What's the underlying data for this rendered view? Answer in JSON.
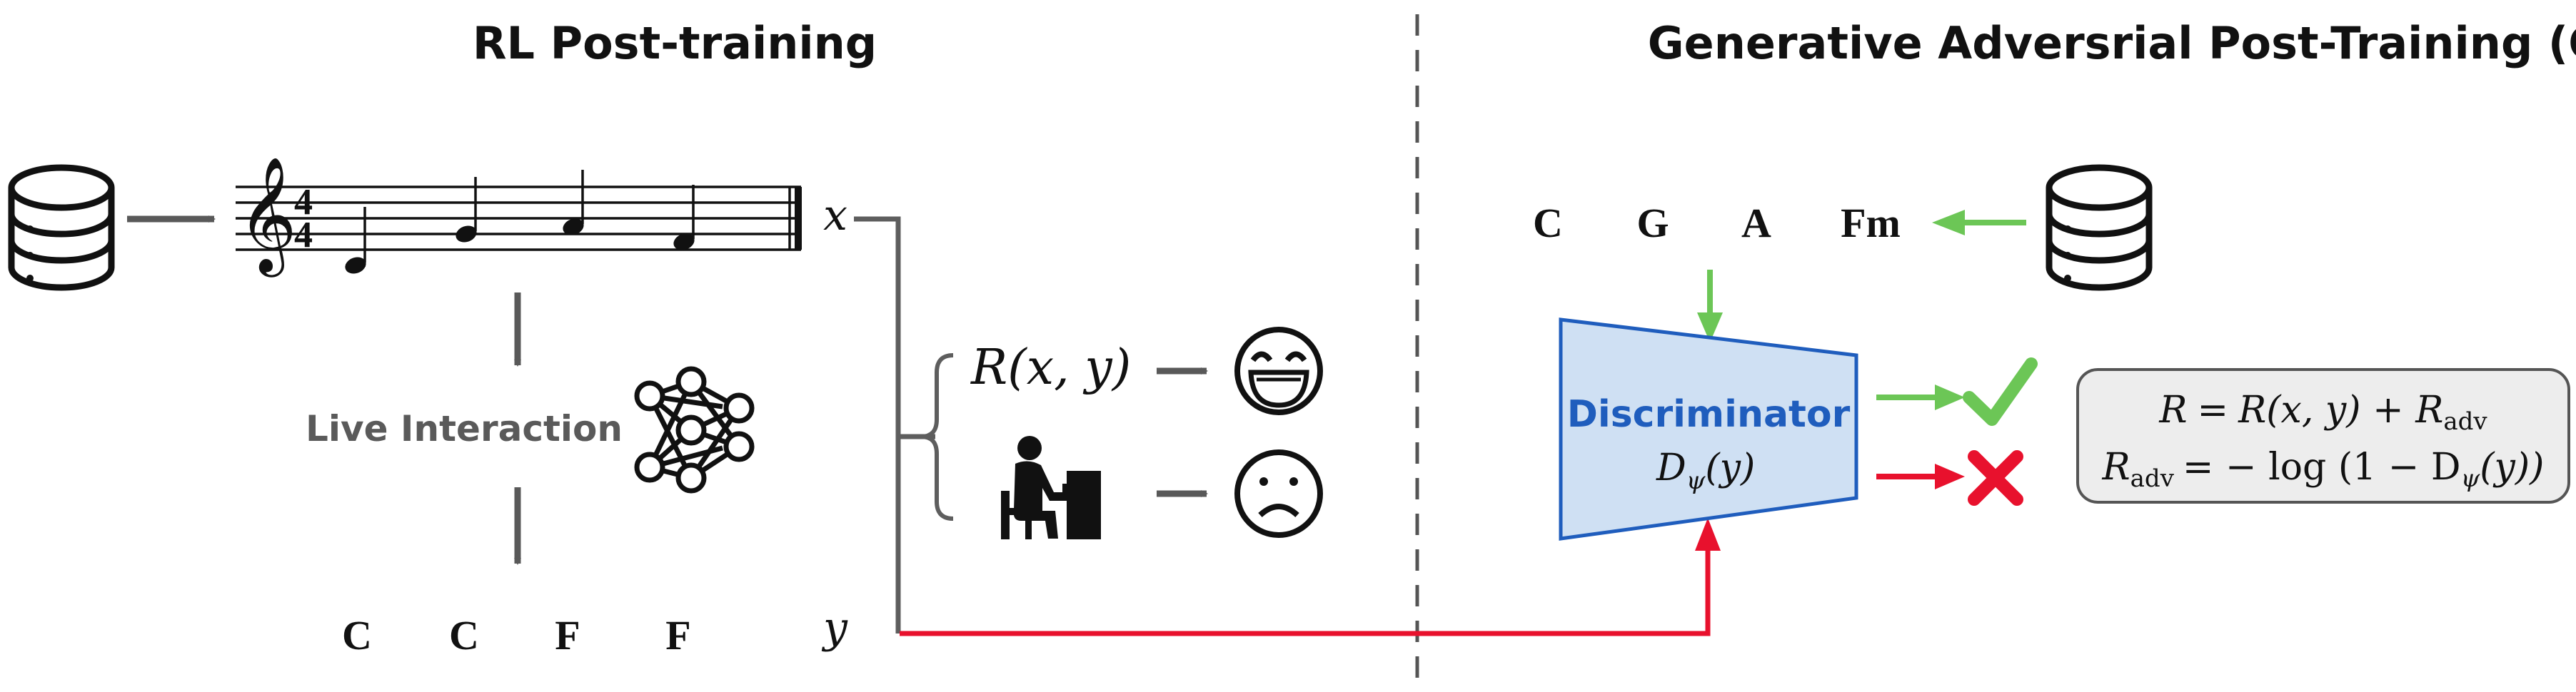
{
  "left_panel": {
    "title": "RL Post-training",
    "interaction_label": "Live Interaction",
    "output_chords": [
      "C",
      "C",
      "F",
      "F"
    ],
    "var_x": "x",
    "var_y": "y",
    "reward_expr": "R(x, y)",
    "score_time_signature_top": "4",
    "score_time_signature_bottom": "4"
  },
  "right_panel": {
    "title": "Generative Adversrial Post-Training (GAPT)",
    "reference_chords": [
      "C",
      "G",
      "A",
      "Fm"
    ],
    "discriminator_label": "Discriminator",
    "discriminator_symbol": "D",
    "discriminator_subscript": "ψ",
    "discriminator_arg": "(y)",
    "formula": {
      "line1_lhs": "R",
      "line1_eq": "=",
      "line1_rhs": "R(x, y) + R",
      "line1_rhs_sub": "adv",
      "line2_lhs": "R",
      "line2_lhs_sub": "adv",
      "line2_eq": "= − log (1 − D",
      "line2_sub": "ψ",
      "line2_end": "(y))"
    }
  },
  "colors": {
    "arrow_gray": "#595959",
    "connector_gray": "#5e5e5e",
    "red": "#e8112d",
    "green": "#6cc656",
    "discriminator_fill": "#cfe0f3",
    "discriminator_stroke": "#1f5dbd",
    "discriminator_text": "#1f5dbd",
    "formula_fill": "#ededed",
    "divider": "#555555"
  },
  "icons": {
    "database": "database-icon",
    "neural_net": "neural-network-icon",
    "sheet_music": "sheet-music-icon",
    "pianist": "pianist-icon",
    "happy_face": "happy-face-icon",
    "sad_face": "sad-face-icon",
    "check": "check-icon",
    "cross": "cross-icon"
  }
}
